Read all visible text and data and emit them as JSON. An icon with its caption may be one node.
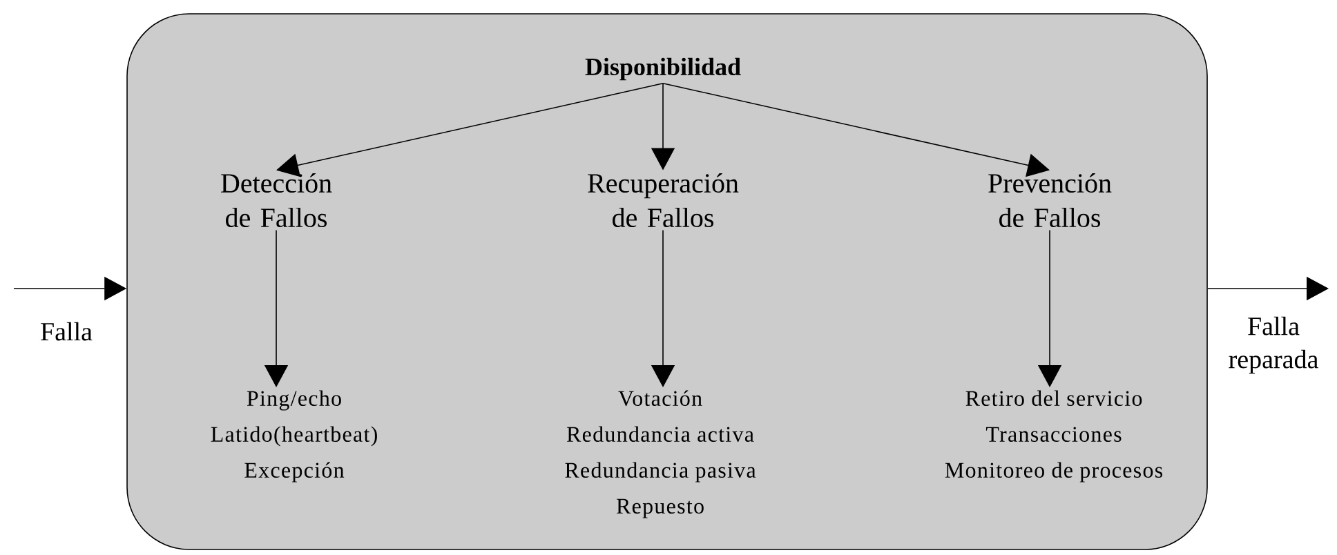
{
  "diagram": {
    "nodes": [
      {
        "text": [],
        "shape": "box"
      },
      {
        "text": [
          "Disponibilidad"
        ],
        "in": 0
      },
      {
        "text": [
          "Detección de Fallos"
        ],
        "in": 0
      },
      {
        "text": [
          "Recuperación de Fallos"
        ],
        "in": 0
      },
      {
        "text": [
          "Prevención de Fallos"
        ],
        "in": 0
      },
      {
        "text": [
          "Ping/echo",
          "Latido(heartbeat)",
          "Excepción"
        ],
        "in": 0
      },
      {
        "text": [
          "Votación",
          "Redundancia activa",
          "Redundancia pasiva",
          "Repuesto"
        ],
        "in": 0
      },
      {
        "text": [
          "Retiro del servicio",
          "Transacciones",
          "Monitoreo de procesos"
        ],
        "in": 0
      }
    ],
    "edges": [
      {
        "from": 1,
        "to": 2,
        "arrow": "to"
      },
      {
        "from": 1,
        "to": 3,
        "arrow": "to"
      },
      {
        "from": 1,
        "to": 4,
        "arrow": "to"
      },
      {
        "from": 2,
        "to": 5,
        "arrow": "to"
      },
      {
        "from": 3,
        "to": 6,
        "arrow": "to"
      },
      {
        "from": 4,
        "to": 7,
        "arrow": "to"
      },
      {
        "from": null,
        "to": 0,
        "arrow": "to",
        "label": "Falla"
      },
      {
        "from": 0,
        "to": null,
        "arrow": "to",
        "label": "Falla reparada"
      }
    ]
  }
}
